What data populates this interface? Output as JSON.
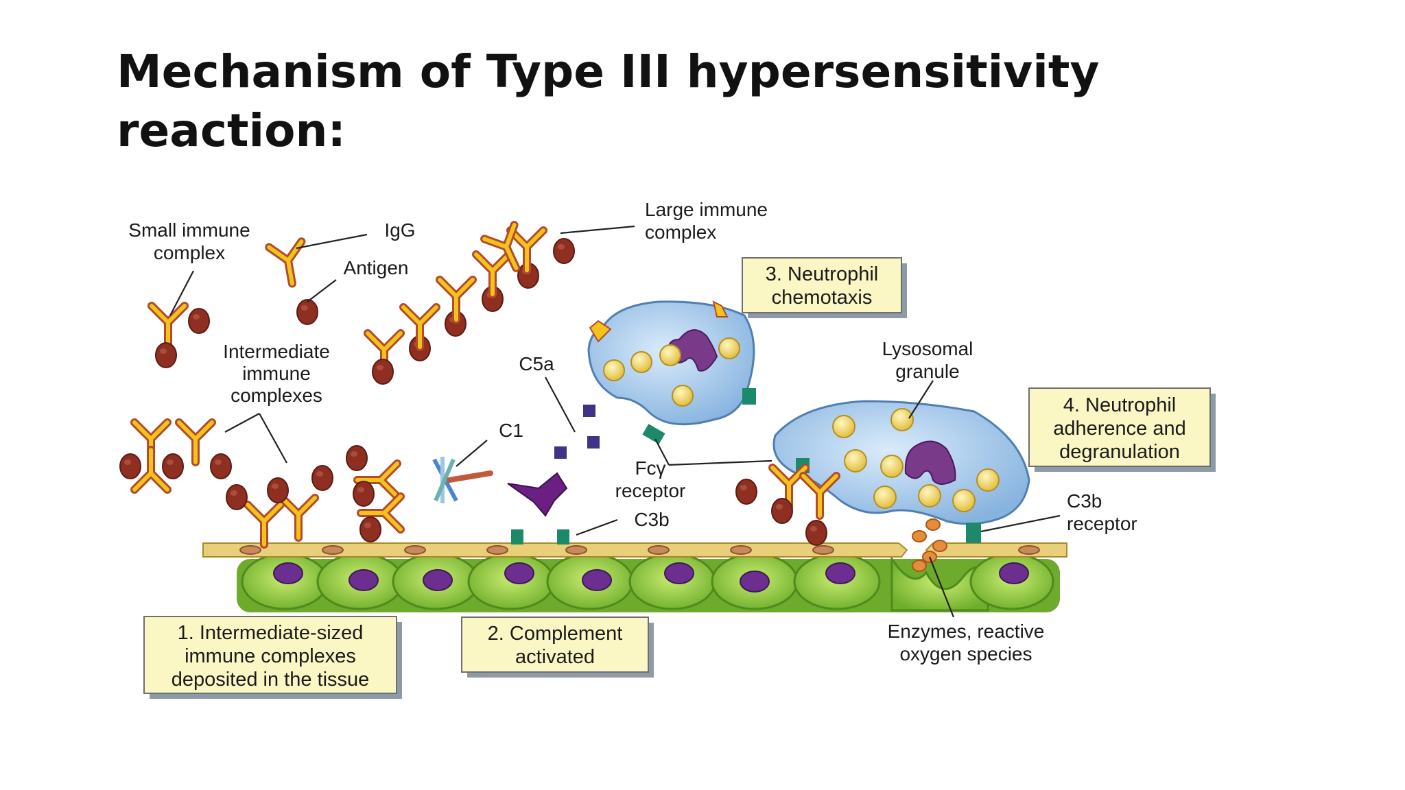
{
  "slide": {
    "title_line1": "Mechanism of Type III hypersensitivity",
    "title_line2": "reaction:"
  },
  "labels": {
    "small_immune_complex": [
      "Small immune",
      "complex"
    ],
    "igg": "IgG",
    "antigen": "Antigen",
    "large_immune_complex": [
      "Large immune",
      "complex"
    ],
    "intermediate_immune_complexes": [
      "Intermediate",
      "immune",
      "complexes"
    ],
    "c5a": "C5a",
    "c1": "C1",
    "fc_receptor": [
      "Fcγ",
      "receptor"
    ],
    "c3b": "C3b",
    "lysosomal_granule": [
      "Lysosomal",
      "granule"
    ],
    "c3b_receptor": [
      "C3b",
      "receptor"
    ],
    "enzymes": [
      "Enzymes, reactive",
      "oxygen species"
    ]
  },
  "steps": {
    "step1": [
      "1. Intermediate-sized",
      "immune complexes",
      "deposited in the tissue"
    ],
    "step2": [
      "2. Complement",
      "activated"
    ],
    "step3": [
      "3. Neutrophil",
      "chemotaxis"
    ],
    "step4": [
      "4. Neutrophil",
      "adherence and",
      "degranulation"
    ]
  },
  "colors": {
    "antibody_fill": "#f3c21b",
    "antibody_stroke": "#b24a2c",
    "antigen": "#8e2f22",
    "cell_green": "#8ac63a",
    "nucleus": "#6c2f8f",
    "membrane": "#e9cf7a",
    "neutrophil": "#a9cbea",
    "box_fill": "#fbf7c4",
    "complement_purple": "#6b1f83",
    "receptor_green": "#1c8a6a"
  }
}
